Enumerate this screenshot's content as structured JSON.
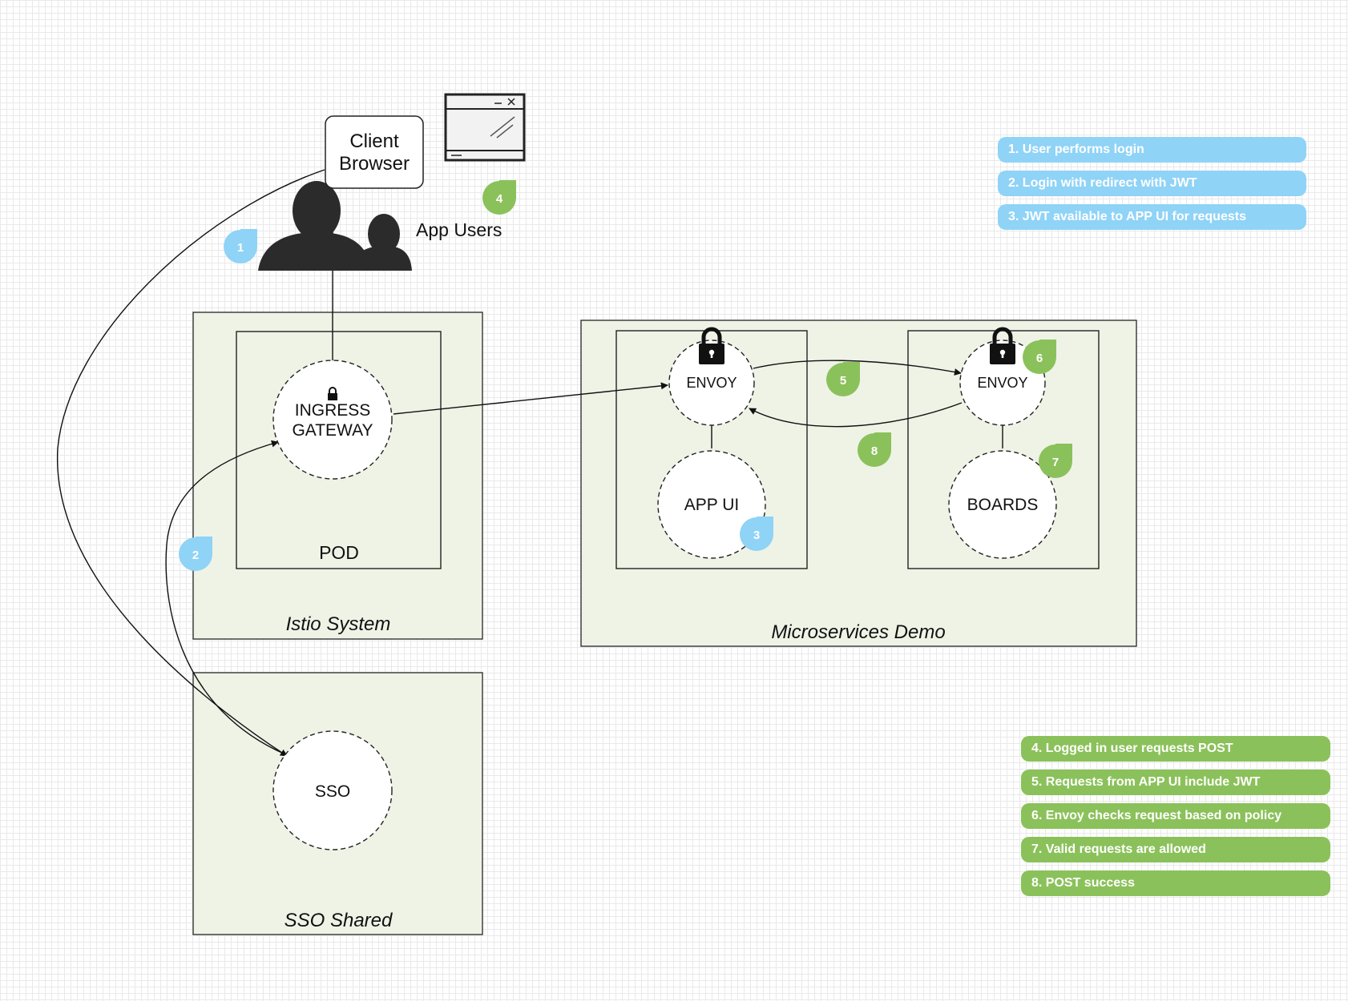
{
  "colors": {
    "blue_step": "#8fd3f7",
    "green_step": "#8bc15a",
    "zone_fill": "#eef3e6"
  },
  "icons": {
    "users": "users-silhouette-icon",
    "window": "browser-window-icon",
    "lock": "lock-icon",
    "step_marker": "droplet-marker-icon"
  },
  "client_browser": {
    "line1": "Client",
    "line2": "Browser"
  },
  "app_users_label": "App Users",
  "zones": {
    "istio_system": "Istio System",
    "microservices_demo": "Microservices Demo",
    "sso_shared": "SSO Shared"
  },
  "pod_label": "POD",
  "nodes": {
    "ingress_line1": "INGRESS",
    "ingress_line2": "GATEWAY",
    "envoy_left": "ENVOY",
    "app_ui": "APP UI",
    "envoy_right": "ENVOY",
    "boards": "BOARDS",
    "sso": "SSO"
  },
  "markers": {
    "m1": "1",
    "m2": "2",
    "m3": "3",
    "m4": "4",
    "m5": "5",
    "m6": "6",
    "m7": "7",
    "m8": "8"
  },
  "legend_blue": [
    "1. User performs login",
    "2. Login with redirect with JWT",
    "3. JWT available to APP UI for requests"
  ],
  "legend_green": [
    "4. Logged in user requests POST",
    "5. Requests from APP UI include JWT",
    "6. Envoy checks request based on policy",
    "7. Valid requests are allowed",
    "8. POST success"
  ]
}
